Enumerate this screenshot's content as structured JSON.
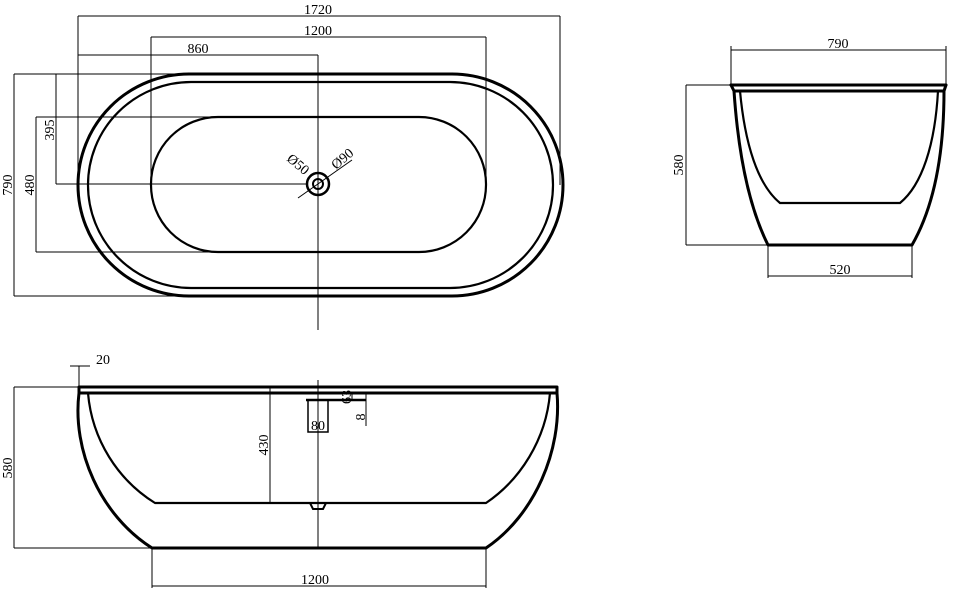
{
  "drawing": {
    "top_view": {
      "overall_length": "1720",
      "inner_length": "1200",
      "drain_offset": "860",
      "overall_width": "790",
      "inner_width": "480",
      "drain_to_inner_edge": "395",
      "drain_diameter_small": "Ø50",
      "drain_diameter_large": "Ø90"
    },
    "end_view": {
      "top_width": "790",
      "height": "580",
      "base_width": "520"
    },
    "side_view": {
      "rim_thickness": "20",
      "height": "580",
      "inner_depth": "430",
      "overflow_height": "63",
      "overflow_width": "80",
      "overflow_gap": "8",
      "base_length": "1200"
    }
  }
}
